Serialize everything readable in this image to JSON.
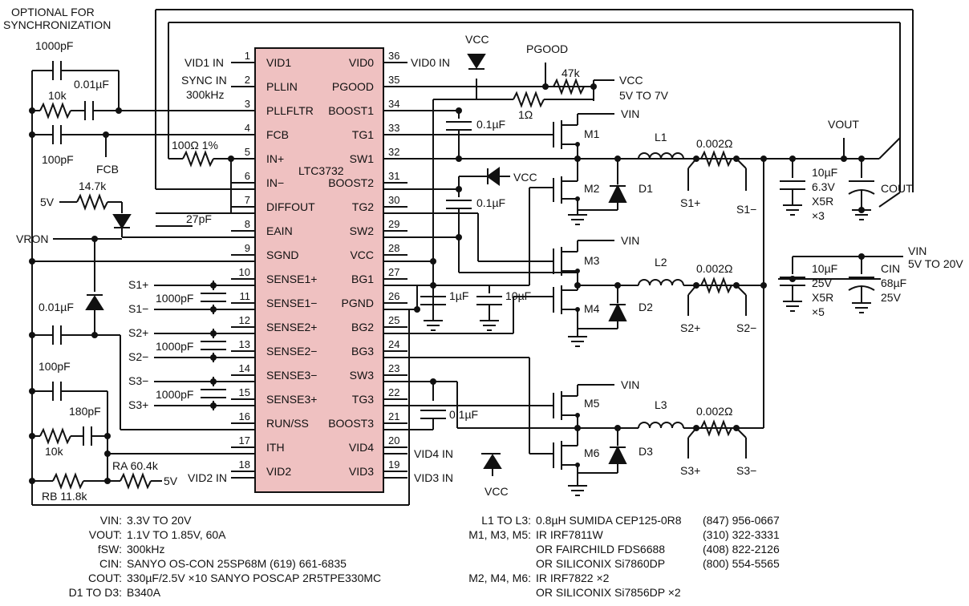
{
  "header": {
    "line1": "OPTIONAL FOR",
    "line2": "SYNCHRONIZATION"
  },
  "ic": {
    "name": "LTC3732",
    "left_pins": [
      {
        "num": "1",
        "name": "VID1"
      },
      {
        "num": "2",
        "name": "PLLIN"
      },
      {
        "num": "3",
        "name": "PLLFLTR"
      },
      {
        "num": "4",
        "name": "FCB"
      },
      {
        "num": "5",
        "name": "IN+"
      },
      {
        "num": "6",
        "name": "IN−"
      },
      {
        "num": "7",
        "name": "DIFFOUT"
      },
      {
        "num": "8",
        "name": "EAIN"
      },
      {
        "num": "9",
        "name": "SGND"
      },
      {
        "num": "10",
        "name": "SENSE1+"
      },
      {
        "num": "11",
        "name": "SENSE1−"
      },
      {
        "num": "12",
        "name": "SENSE2+"
      },
      {
        "num": "13",
        "name": "SENSE2−"
      },
      {
        "num": "14",
        "name": "SENSE3−"
      },
      {
        "num": "15",
        "name": "SENSE3+"
      },
      {
        "num": "16",
        "name": "RUN/SS"
      },
      {
        "num": "17",
        "name": "ITH"
      },
      {
        "num": "18",
        "name": "VID2"
      }
    ],
    "right_pins": [
      {
        "num": "36",
        "name": "VID0"
      },
      {
        "num": "35",
        "name": "PGOOD"
      },
      {
        "num": "34",
        "name": "BOOST1"
      },
      {
        "num": "33",
        "name": "TG1"
      },
      {
        "num": "32",
        "name": "SW1"
      },
      {
        "num": "31",
        "name": "BOOST2"
      },
      {
        "num": "30",
        "name": "TG2"
      },
      {
        "num": "29",
        "name": "SW2"
      },
      {
        "num": "28",
        "name": "VCC"
      },
      {
        "num": "27",
        "name": "BG1"
      },
      {
        "num": "26",
        "name": "PGND"
      },
      {
        "num": "25",
        "name": "BG2"
      },
      {
        "num": "24",
        "name": "BG3"
      },
      {
        "num": "23",
        "name": "SW3"
      },
      {
        "num": "22",
        "name": "TG3"
      },
      {
        "num": "21",
        "name": "BOOST3"
      },
      {
        "num": "20",
        "name": "VID4"
      },
      {
        "num": "19",
        "name": "VID3"
      }
    ]
  },
  "left_labels": {
    "vid1_in": "VID1 IN",
    "sync_in": "SYNC IN",
    "sync_freq": "300kHz",
    "vid2_in": "VID2 IN",
    "c1000pf_top": "1000pF",
    "c001uf_top": "0.01µF",
    "r10k_top": "10k",
    "c100pf_top": "100pF",
    "fcb": "FCB",
    "r100": "100Ω 1%",
    "c27pf": "27pF",
    "v5": "5V",
    "r14k7": "14.7k",
    "vron": "VRON",
    "s1p": "S1+",
    "s1m": "S1−",
    "s2p": "S2+",
    "s2m": "S2−",
    "s3m": "S3−",
    "s3p": "S3+",
    "c1000pf_s1": "1000pF",
    "c1000pf_s2": "1000pF",
    "c1000pf_s3": "1000pF",
    "c001uf_bot": "0.01µF",
    "c100pf_bot": "100pF",
    "c180pf": "180pF",
    "r10k_bot": "10k",
    "ra": "RA 60.4k",
    "rb": "RB 11.8k",
    "v5_bot": "5V"
  },
  "right_labels": {
    "vid0_in": "VID0 IN",
    "vcc_top": "VCC",
    "pgood": "PGOOD",
    "r47k": "47k",
    "vcc_pg": "VCC",
    "vcc_range": "5V TO 7V",
    "r1ohm": "1Ω",
    "c01_1": "0.1µF",
    "c01_2": "0.1µF",
    "c01_3": "0.1µF",
    "vcc_mid": "VCC",
    "c1uf": "1µF",
    "c10uf": "10µF",
    "vin1": "VIN",
    "vin2": "VIN",
    "vin3": "VIN",
    "m1": "M1",
    "m2": "M2",
    "m3": "M3",
    "m4": "M4",
    "m5": "M5",
    "m6": "M6",
    "d1": "D1",
    "d2": "D2",
    "d3": "D3",
    "l1": "L1",
    "l2": "L2",
    "l3": "L3",
    "rs1": "0.002Ω",
    "rs2": "0.002Ω",
    "rs3": "0.002Ω",
    "s1p": "S1+",
    "s1m": "S1−",
    "s2p": "S2+",
    "s2m": "S2−",
    "s3p": "S3+",
    "s3m": "S3−",
    "vid4_in": "VID4 IN",
    "vid3_in": "VID3 IN",
    "vcc_bot": "VCC",
    "vout": "VOUT",
    "cout_cap": "10µF",
    "cout_v": "6.3V",
    "cout_d": "X5R",
    "cout_n": "×3",
    "cout": "COUT",
    "vin_main": "VIN",
    "vin_range": "5V TO 20V",
    "cin_cap": "10µF",
    "cin_v": "25V",
    "cin_d": "X5R",
    "cin_n": "×5",
    "cin": "CIN",
    "cin_val": "68µF",
    "cin_v2": "25V"
  },
  "specs_left": [
    {
      "key": "VIN:",
      "value": "3.3V TO 20V"
    },
    {
      "key": "VOUT:",
      "value": "1.1V TO 1.85V, 60A"
    },
    {
      "key": "fSW:",
      "value": "300kHz"
    },
    {
      "key": "CIN:",
      "value": "SANYO OS-CON 25SP68M    (619) 661-6835"
    },
    {
      "key": "COUT:",
      "value": "330µF/2.5V ×10 SANYO POSCAP 2R5TPE330MC"
    },
    {
      "key": "D1 TO D3:",
      "value": "B340A"
    }
  ],
  "specs_right": [
    {
      "key": "L1 TO L3:",
      "value": "0.8µH SUMIDA CEP125-0R8",
      "phone": "(847) 956-0667"
    },
    {
      "key": "M1, M3, M5:",
      "value": "IR IRF7811W",
      "phone": "(310) 322-3331"
    },
    {
      "key": "",
      "value": "OR FAIRCHILD FDS6688",
      "phone": "(408) 822-2126"
    },
    {
      "key": "",
      "value": "OR SILICONIX Si7860DP",
      "phone": "(800) 554-5565"
    },
    {
      "key": "M2, M4, M6:",
      "value": "IR IRF7822 ×2",
      "phone": ""
    },
    {
      "key": "",
      "value": "OR SILICONIX Si7856DP ×2",
      "phone": ""
    }
  ]
}
